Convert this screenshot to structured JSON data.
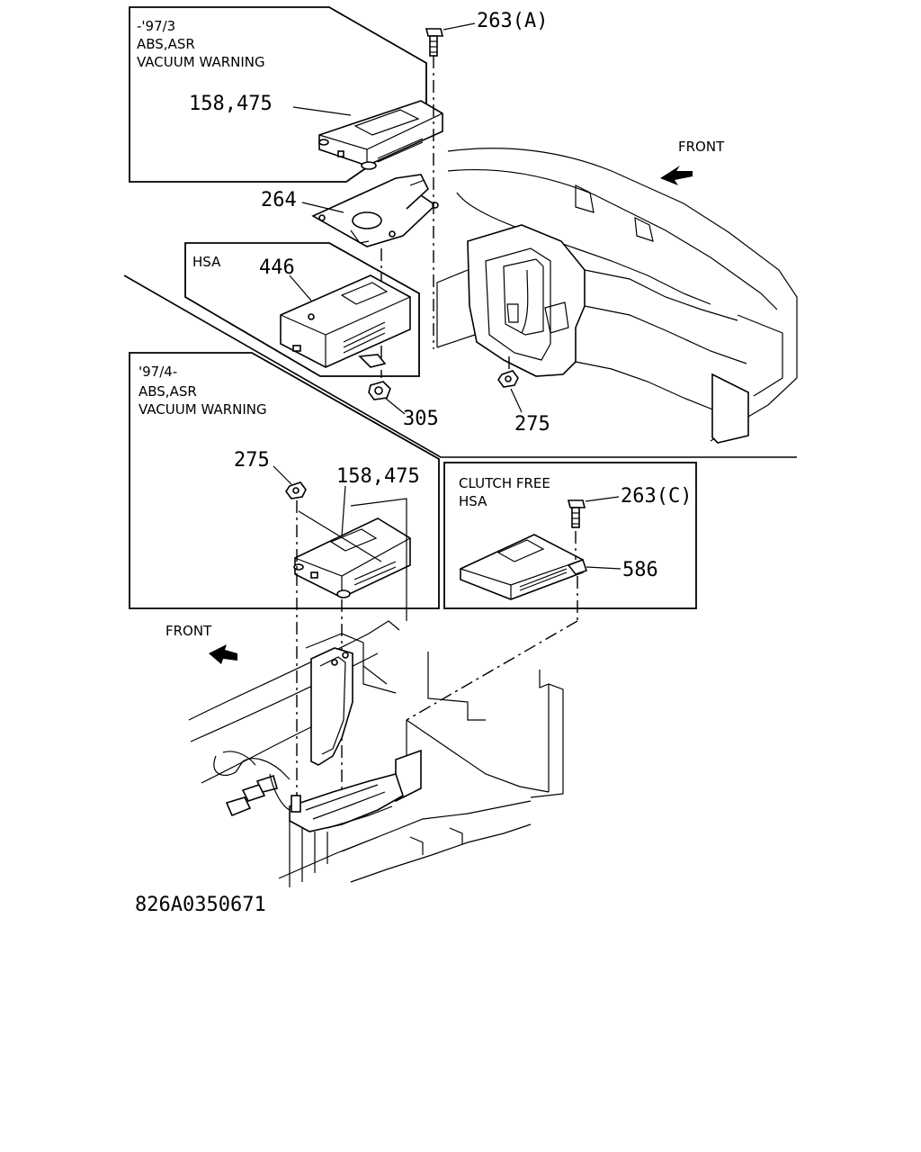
{
  "drawing_number": "826A0350671",
  "groups": {
    "top_left": [
      "-'97/3",
      "ABS,ASR",
      "VACUUM WARNING"
    ],
    "hsa_top": "HSA",
    "mid_left": [
      "'97/4-",
      "ABS,ASR",
      "VACUUM WARNING"
    ],
    "clutch_free": [
      "CLUTCH FREE",
      "HSA"
    ]
  },
  "direction_labels": {
    "front_upper": "FRONT",
    "front_lower": "FRONT"
  },
  "part_refs": {
    "p263a": "263(A)",
    "p158_475_top": "158,475",
    "p264": "264",
    "p446": "446",
    "p305": "305",
    "p275_right": "275",
    "p275_left": "275",
    "p158_475_mid": "158,475",
    "p263c": "263(C)",
    "p586": "586"
  }
}
